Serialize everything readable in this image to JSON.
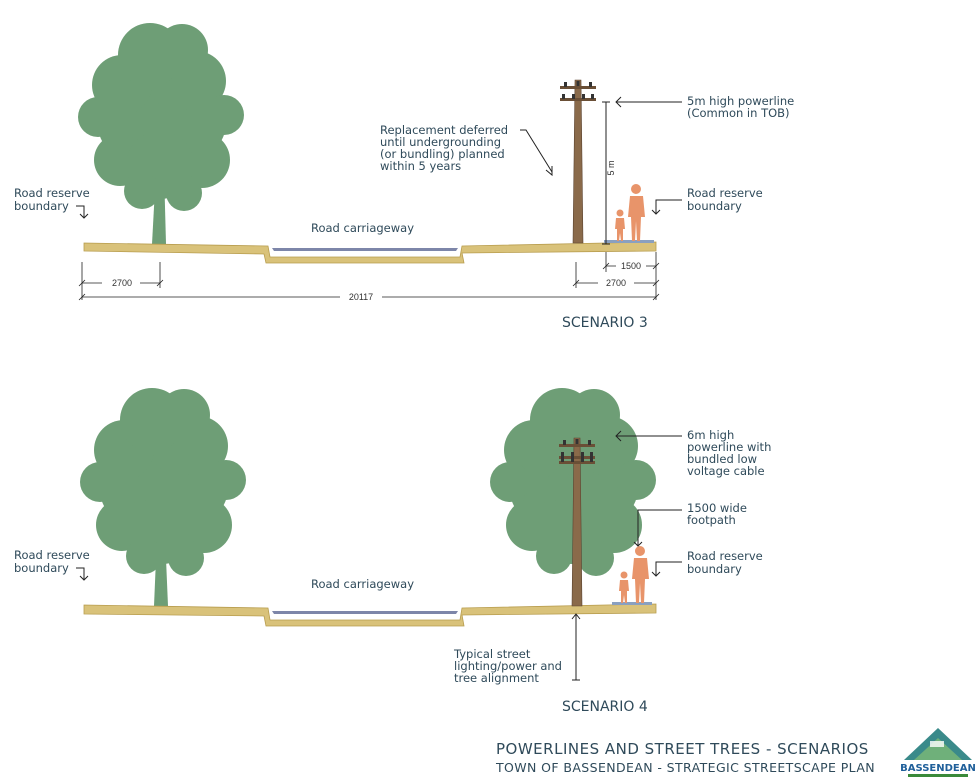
{
  "title": "POWERLINES AND STREET TREES - SCENARIOS",
  "subtitle": "TOWN OF BASSENDEAN - STRATEGIC STREETSCAPE PLAN",
  "logo_text": "BASSENDEAN",
  "colors": {
    "text": "#2f4a5a",
    "tree": "#6e9e76",
    "ground": "#d9c27a",
    "road": "#7d86a9",
    "person": "#e8946a",
    "pole": "#8a6a4a"
  },
  "scenario3": {
    "label": "SCENARIO 3",
    "road_reserve_left": [
      "Road reserve",
      "boundary"
    ],
    "road_reserve_right": [
      "Road reserve",
      "boundary"
    ],
    "road_label": "Road carriageway",
    "replacement_note": [
      "Replacement deferred",
      "until undergrounding",
      "(or bundling) planned",
      "within 5 years"
    ],
    "powerline_note": [
      "5m high powerline",
      "(Common in TOB)"
    ],
    "pole_height_dim": "5 m",
    "dims": {
      "left_verge": "2700",
      "footpath": "1500",
      "right_verge": "2700",
      "total": "20117"
    }
  },
  "scenario4": {
    "label": "SCENARIO 4",
    "road_reserve_left": [
      "Road reserve",
      "boundary"
    ],
    "road_reserve_right": [
      "Road reserve",
      "boundary"
    ],
    "road_label": "Road carriageway",
    "powerline_note": [
      "6m high",
      "powerline with",
      "bundled low",
      "voltage cable"
    ],
    "footpath_note": [
      "1500 wide",
      "footpath"
    ],
    "alignment_note": [
      "Typical street",
      "lighting/power and",
      "tree alignment"
    ]
  }
}
